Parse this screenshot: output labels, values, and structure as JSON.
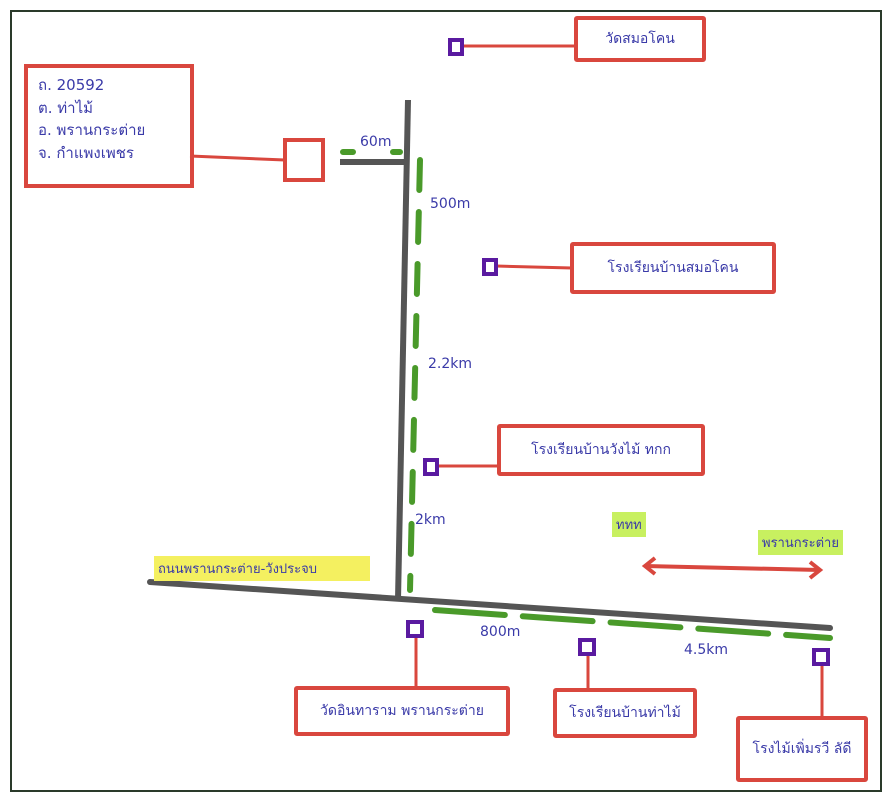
{
  "address": {
    "lines": [
      "ถ. 20592",
      "ต. ท่าไม้",
      "อ. พรานกระต่าย",
      "จ. กำแพงเพชร"
    ]
  },
  "landmarks": {
    "temple_top": "วัดสมอโคน",
    "school_samokhon": "โรงเรียนบ้านสมอโคน",
    "school_wangmai": "โรงเรียนบ้านวังไม้ ทกก",
    "temple_bottom": "วัดอินทาราม พรานกระต่าย",
    "school_thamai": "โรงเรียนบ้านท่าไม้",
    "factory": "โรงไม้เพิ่มรวี ลัดี"
  },
  "road_label": "ถนนพรานกระต่าย-วังประจบ",
  "direction": {
    "left": "ททท",
    "right": "พรานกระต่าย"
  },
  "distances": {
    "d60": "60m",
    "d500": "500m",
    "d22": "2.2km",
    "d2": "2km",
    "d800": "800m",
    "d45": "4.5km"
  }
}
